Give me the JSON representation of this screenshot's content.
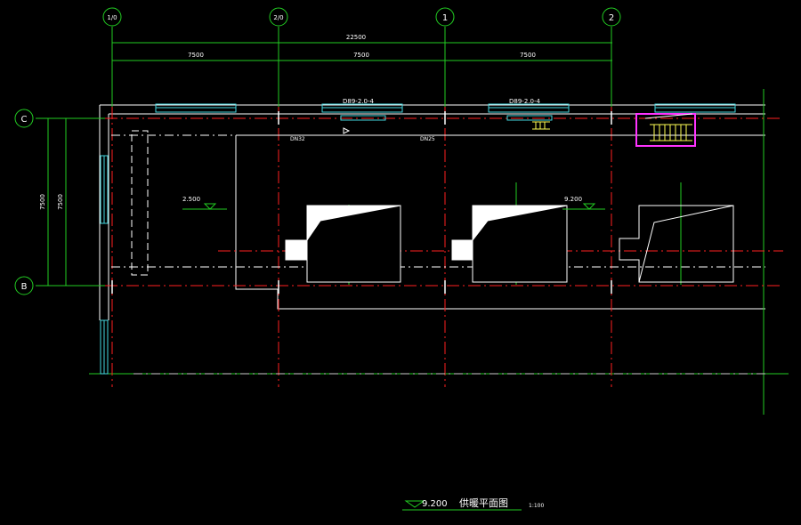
{
  "colors": {
    "background": "#000000",
    "grid_green": "#22cc22",
    "wall_white": "#ffffff",
    "center_red": "#ff2020",
    "window_cyan": "#44d8e0",
    "text_white": "#ffffff",
    "label_yellow": "#ffff55",
    "accent_magenta": "#ff33ff"
  },
  "axes": {
    "top": [
      "1/0",
      "2/0",
      "1",
      "2"
    ],
    "left": [
      "C",
      "B"
    ]
  },
  "dimensions": {
    "overall": "22500",
    "bays": [
      "7500",
      "7500",
      "7500"
    ],
    "vertical_outer": "7500",
    "vertical_inner": "7500"
  },
  "radiators": [
    "D89-2.0-4",
    "D89-2.0-4"
  ],
  "pipes": [
    "DN32",
    "DN25"
  ],
  "elevations": [
    "2.500",
    "9.200"
  ],
  "legend": {
    "elevation": "9.200",
    "title": "供暖平面图",
    "scale": "1:100"
  }
}
